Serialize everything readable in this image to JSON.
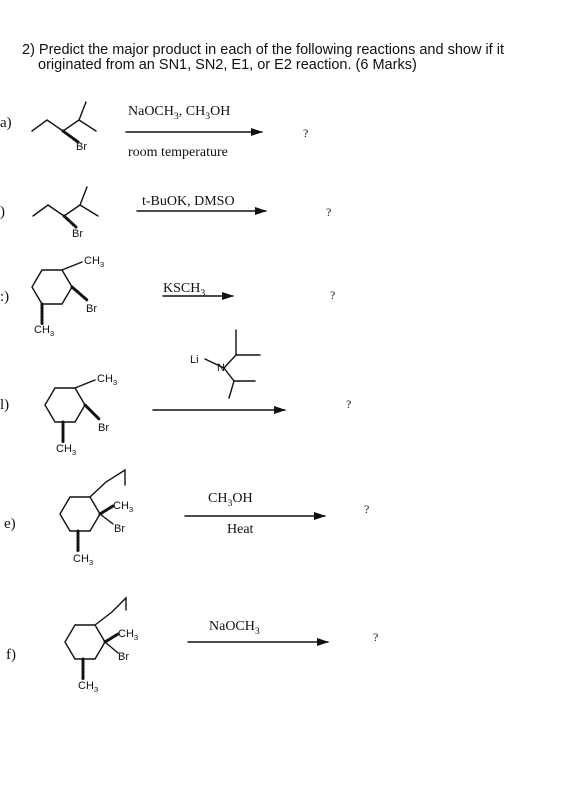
{
  "question": {
    "line1": "2) Predict the major product in each of the following reactions and show if it",
    "line2": "originated from an SN1, SN2, E1, or E2 reaction.  (6 Marks)"
  },
  "parts": [
    {
      "label": "a)",
      "reagent_top": "NaOCH3, CH3OH",
      "reagent_bottom": "room temperature",
      "product": "?",
      "atoms": [
        "Br"
      ]
    },
    {
      "label": ")",
      "reagent_top": "t-BuOK, DMSO",
      "product": "?",
      "atoms": [
        "Br"
      ]
    },
    {
      "label": ":)",
      "reagent_top": "KSCH3",
      "product": "?",
      "atoms": [
        "CH3",
        "Br",
        "CH3"
      ]
    },
    {
      "label": "l)",
      "reagent_atoms": [
        "Li",
        "N"
      ],
      "product": "?",
      "atoms": [
        "CH3",
        "Br",
        "CH3"
      ]
    },
    {
      "label": "e)",
      "reagent_top": "CH3OH",
      "reagent_bottom": "Heat",
      "product": "?",
      "atoms": [
        "CH3",
        "Br",
        "CH3"
      ]
    },
    {
      "label": "f)",
      "reagent_top": "NaOCH3",
      "product": "?",
      "atoms": [
        "CH3",
        "Br",
        "CH3"
      ]
    }
  ]
}
